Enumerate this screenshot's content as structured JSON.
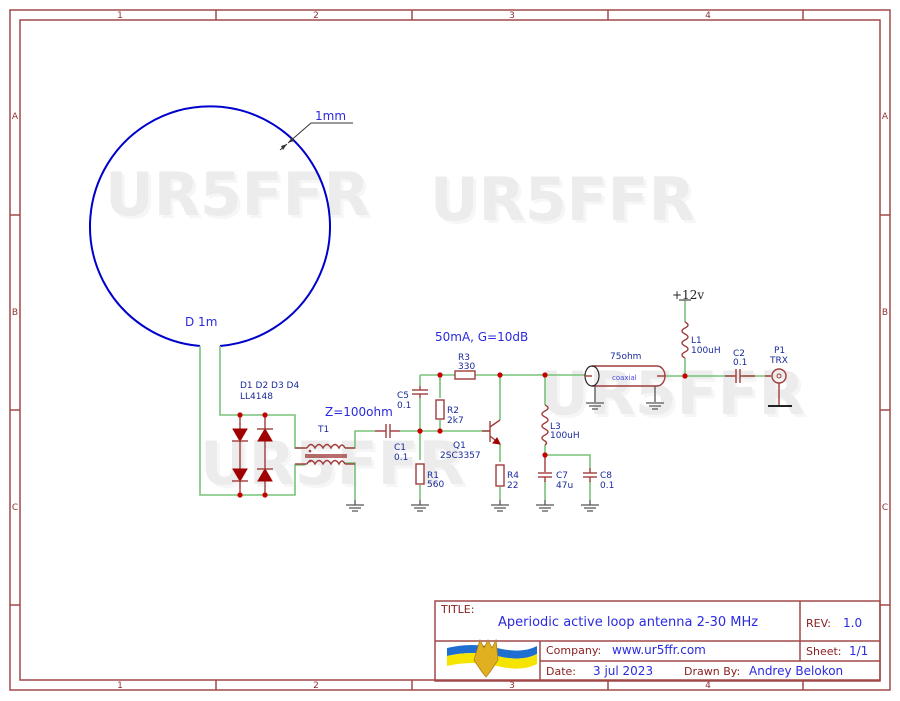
{
  "frame": {
    "columns": [
      "1",
      "2",
      "3",
      "4"
    ],
    "rows": [
      "A",
      "B",
      "C"
    ]
  },
  "watermark": "UR5FFR",
  "annotations": {
    "wire_thickness": "1mm",
    "loop_diameter": "D 1m",
    "impedance": "Z=100ohm",
    "bias_gain": "50mA, G=10dB"
  },
  "components": {
    "diodes": {
      "ref": "D1 D2 D3 D4",
      "value": "LL4148"
    },
    "T1": {
      "ref": "T1"
    },
    "C1": {
      "ref": "C1",
      "value": "0.1"
    },
    "C5": {
      "ref": "C5",
      "value": "0.1"
    },
    "R1": {
      "ref": "R1",
      "value": "560"
    },
    "R2": {
      "ref": "R2",
      "value": "2k7"
    },
    "R3": {
      "ref": "R3",
      "value": "330"
    },
    "R4": {
      "ref": "R4",
      "value": "22"
    },
    "Q1": {
      "ref": "Q1",
      "value": "2SC3357"
    },
    "L3": {
      "ref": "L3",
      "value": "100uH"
    },
    "C7": {
      "ref": "C7",
      "value": "47u"
    },
    "C8": {
      "ref": "C8",
      "value": "0.1"
    },
    "coax": {
      "impedance": "75ohm",
      "label": "coaxial"
    },
    "L1": {
      "ref": "L1",
      "value": "100uH"
    },
    "C2": {
      "ref": "C2",
      "value": "0.1"
    },
    "P1": {
      "ref": "P1",
      "value": "TRX"
    },
    "supply": "+12v"
  },
  "title_block": {
    "title_label": "TITLE:",
    "title": "Aperiodic active loop antenna 2-30 MHz",
    "rev_label": "REV:",
    "rev": "1.0",
    "company_label": "Company:",
    "company": "www.ur5ffr.com",
    "sheet_label": "Sheet:",
    "sheet": "1/1",
    "date_label": "Date:",
    "date": "3 jul 2023",
    "drawn_label": "Drawn By:",
    "drawn_by": "Andrey Belokon"
  },
  "colors": {
    "frame": "#a04848",
    "wire": "#7ac27a",
    "component": "#a03c3c",
    "loop": "#0000cc",
    "text": "#2a2ae0",
    "junction": "#c80000"
  }
}
